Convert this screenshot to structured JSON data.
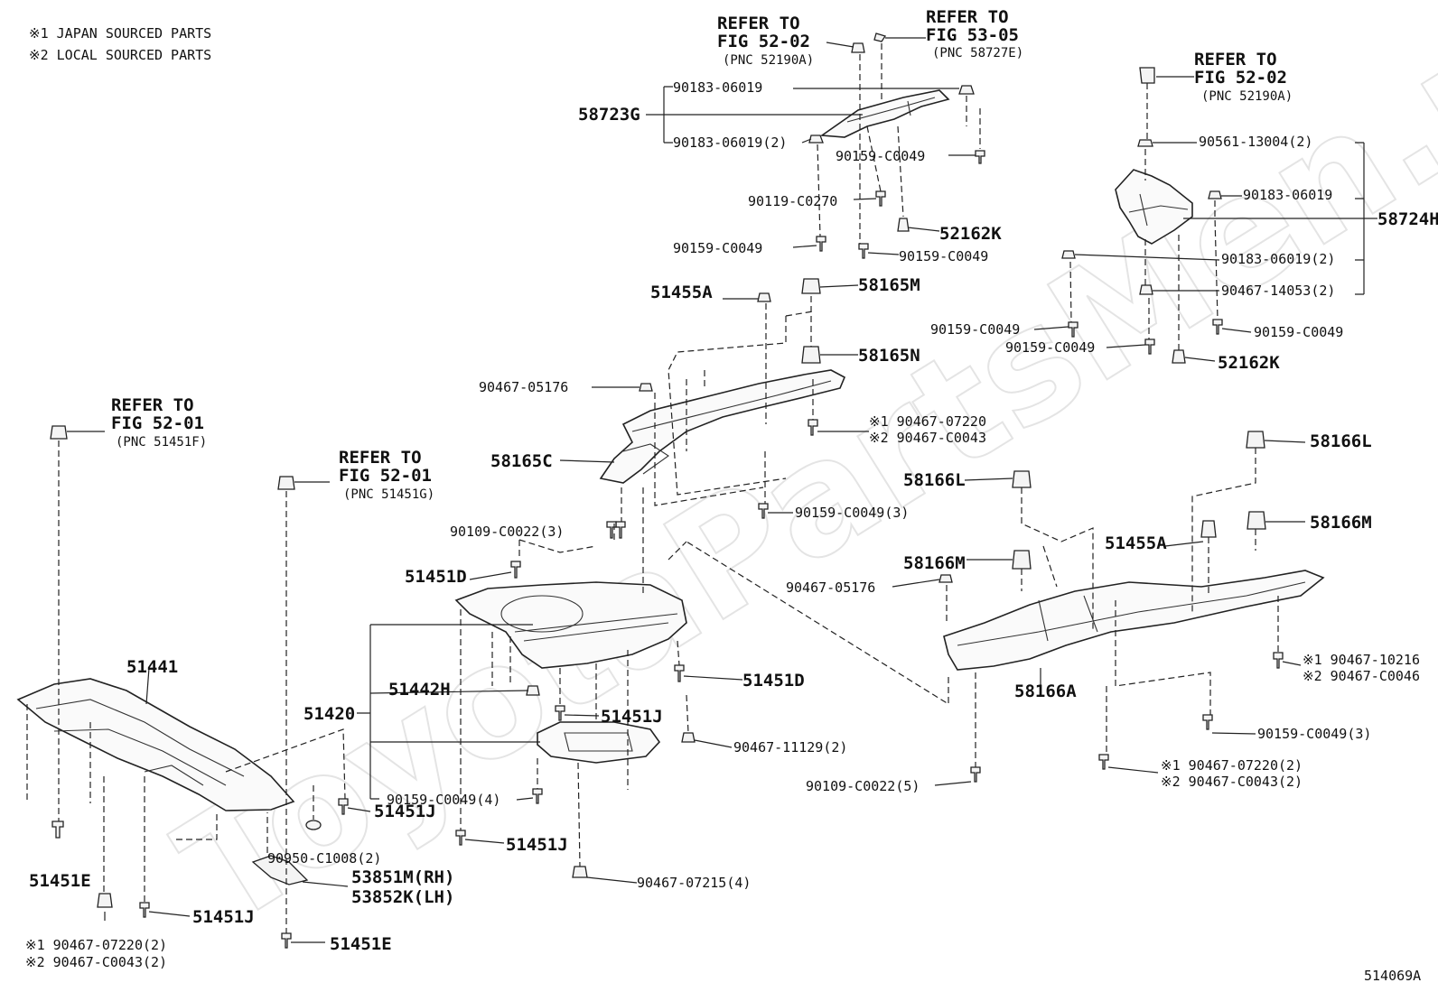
{
  "notes": {
    "note1": "※1 JAPAN SOURCED PARTS",
    "note2": "※2 LOCAL SOURCED PARTS"
  },
  "watermark": "ToyotaPartsMen.ru",
  "figure_id": "514069A",
  "refs": {
    "r52_02_top": {
      "l1": "REFER TO",
      "l2": "FIG 52-02",
      "l3": "(PNC 52190A)"
    },
    "r53_05": {
      "l1": "REFER TO",
      "l2": "FIG 53-05",
      "l3": "(PNC 58727E)"
    },
    "r52_02_right": {
      "l1": "REFER TO",
      "l2": "FIG 52-02",
      "l3": "(PNC 52190A)"
    },
    "r52_01_left": {
      "l1": "REFER TO",
      "l2": "FIG 52-01",
      "l3": "(PNC 51451F)"
    },
    "r52_01_mid": {
      "l1": "REFER TO",
      "l2": "FIG 52-01",
      "l3": "(PNC 51451G)"
    }
  },
  "labels": {
    "p58723G": "58723G",
    "p90183_06019_a": "90183-06019",
    "p90183_06019_2a": "90183-06019(2)",
    "p90159_C0049_a": "90159-C0049",
    "p90119_C0270": "90119-C0270",
    "p52162K_a": "52162K",
    "p90159_C0049_b": "90159-C0049",
    "p90159_C0049_c": "90159-C0049",
    "p51455A_a": "51455A",
    "p58165M": "58165M",
    "p58165N": "58165N",
    "p90467_05176_a": "90467-05176",
    "p58165C": "58165C",
    "p90467_07220_a1": "※1 90467-07220",
    "p90467_C0043_a2": "※2 90467-C0043",
    "p90159_C0049_3a": "90159-C0049(3)",
    "p90561_13004": "90561-13004(2)",
    "p90183_06019_b": "90183-06019",
    "p58724H": "58724H",
    "p90183_06019_2b": "90183-06019(2)",
    "p90467_14053": "90467-14053(2)",
    "p90159_C0049_d": "90159-C0049",
    "p90159_C0049_e": "90159-C0049",
    "p90159_C0049_f": "90159-C0049",
    "p52162K_b": "52162K",
    "p58166L_a": "58166L",
    "p58166L_b": "58166L",
    "p58166M_a": "58166M",
    "p58166M_b": "58166M",
    "p51455A_b": "51455A",
    "p90467_05176_b": "90467-05176",
    "p58166A": "58166A",
    "p90467_10216_1": "※1 90467-10216",
    "p90467_C0046_2": "※2 90467-C0046",
    "p90159_C0049_3b": "90159-C0049(3)",
    "p90467_07220_2b1": "※1 90467-07220(2)",
    "p90467_C0043_2b2": "※2 90467-C0043(2)",
    "p90109_C0022_5": "90109-C0022(5)",
    "p90109_C0022_3": "90109-C0022(3)",
    "p51451D_a": "51451D",
    "p51451D_b": "51451D",
    "p51420": "51420",
    "p51442H": "51442H",
    "p51451J_a": "51451J",
    "p90467_11129": "90467-11129(2)",
    "p90159_C0049_4": "90159-C0049(4)",
    "p51451J_b": "51451J",
    "p51451J_c": "51451J",
    "p90950_C1008": "90950-C1008(2)",
    "p53851M": "53851M(RH)",
    "p53852K": "53852K(LH)",
    "p90467_07215": "90467-07215(4)",
    "p51441": "51441",
    "p51451E_a": "51451E",
    "p51451J_d": "51451J",
    "p51451E_b": "51451E",
    "p90467_07220_c1": "※1 90467-07220(2)",
    "p90467_C0043_c2": "※2 90467-C0043(2)"
  }
}
